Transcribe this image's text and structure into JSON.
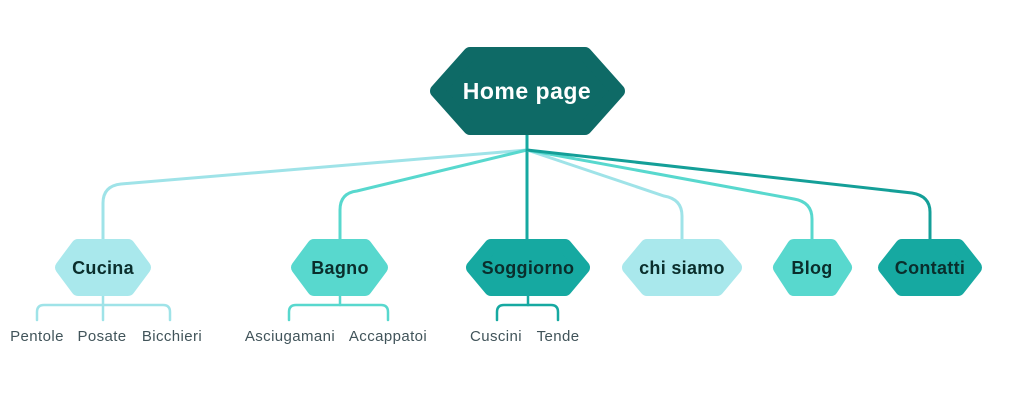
{
  "diagram": {
    "type": "sitemap-tree",
    "language": "it",
    "palette": {
      "root_fill": "#0e6a66",
      "teal_fill": "#16a9a1",
      "medium_fill": "#58d8ce",
      "light_fill": "#a9e8ec",
      "root_text": "#ffffff",
      "node_text": "#0a2e2c",
      "child_text": "#41545a",
      "background": "#ffffff"
    },
    "root": {
      "label": "Home page",
      "tone": "dark"
    },
    "nodes": [
      {
        "label": "Cucina",
        "tone": "light",
        "children": [
          "Pentole",
          "Posate",
          "Bicchieri"
        ]
      },
      {
        "label": "Bagno",
        "tone": "medium",
        "children": [
          "Asciugamani",
          "Accappatoi"
        ]
      },
      {
        "label": "Soggiorno",
        "tone": "teal",
        "children": [
          "Cuscini",
          "Tende"
        ]
      },
      {
        "label": "chi siamo",
        "tone": "light",
        "children": []
      },
      {
        "label": "Blog",
        "tone": "medium",
        "children": []
      },
      {
        "label": "Contatti",
        "tone": "teal",
        "children": []
      }
    ]
  }
}
